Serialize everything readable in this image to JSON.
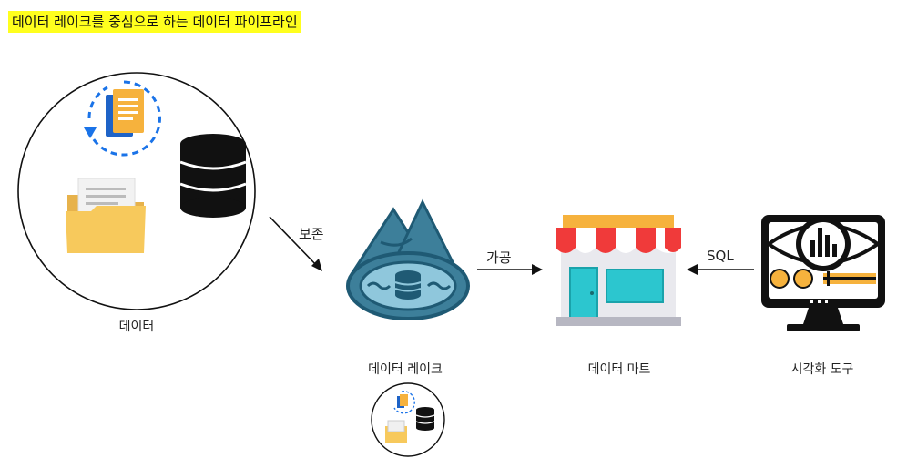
{
  "title": "데이터 레이크를 중심으로 하는 데이터 파이프라인",
  "nodes": {
    "data": "데이터",
    "data_lake": "데이터 레이크",
    "data_mart": "데이터 마트",
    "viz_tool": "시각화 도구"
  },
  "edges": {
    "store": "보존",
    "process": "가공",
    "sql": "SQL"
  },
  "colors": {
    "highlight": "#ffff1e",
    "lake_dark": "#1f5a74",
    "lake_light": "#3d7f9a",
    "awning_red": "#f03a3a",
    "store_teal": "#2cc6cf",
    "folder_yellow": "#f7c95c",
    "sync_blue": "#1a73e8"
  },
  "icons": [
    "document-sync-icon",
    "database-icon",
    "folder-icon",
    "data-lake-icon",
    "store-icon",
    "monitor-chart-icon"
  ]
}
